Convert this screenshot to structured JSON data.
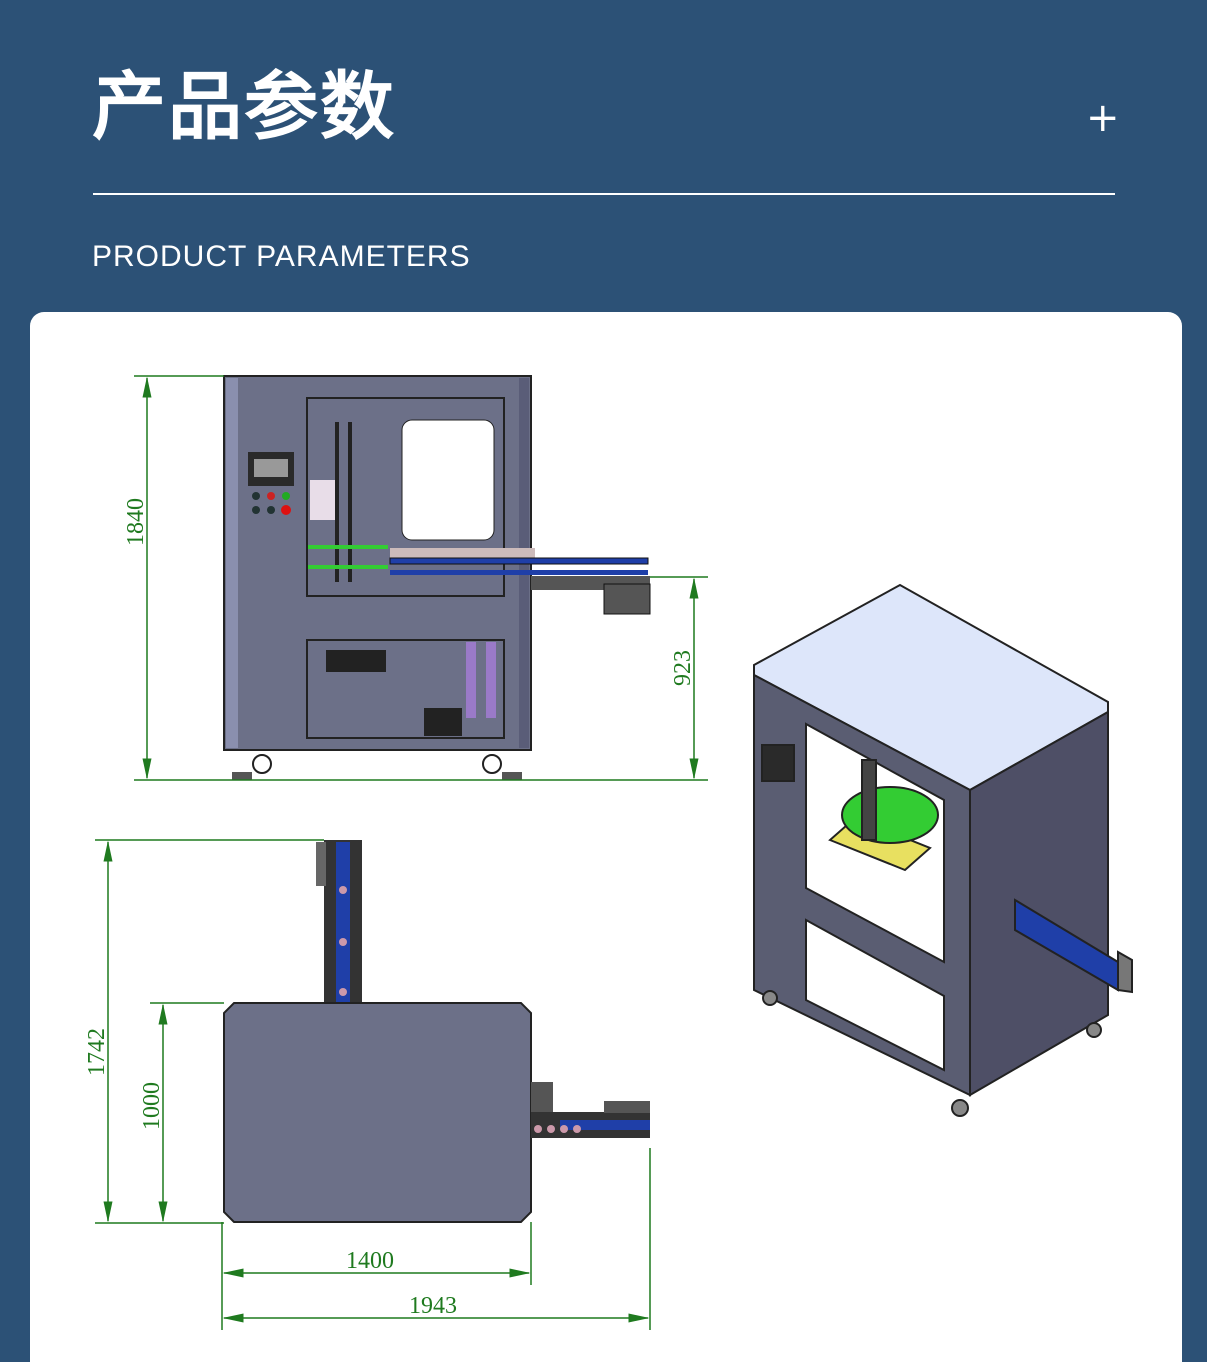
{
  "header": {
    "title": "产品参数",
    "subtitle": "PRODUCT PARAMETERS",
    "expand_icon": "plus-icon"
  },
  "drawings": {
    "front_view": {
      "height_total": "1840",
      "conveyor_height": "923"
    },
    "top_view": {
      "depth_total": "1742",
      "depth_body": "1000",
      "width_body": "1400",
      "width_total": "1943"
    }
  },
  "colors": {
    "background": "#2c5176",
    "dimension": "#1f7a1f",
    "machine": "#6c7088",
    "conveyor": "#1f3fa8"
  }
}
